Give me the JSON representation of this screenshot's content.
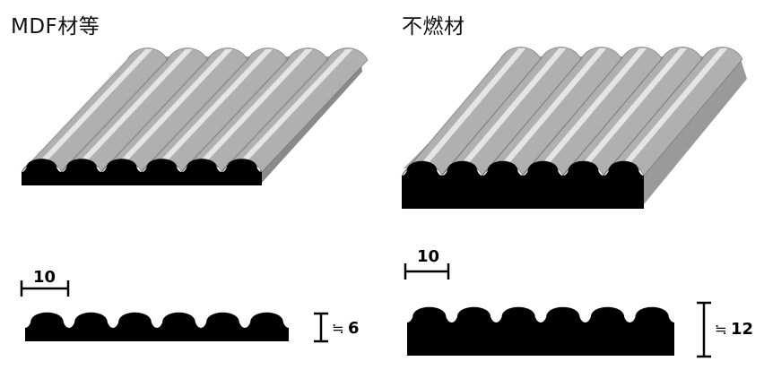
{
  "left_panel": {
    "title": "MDF材等",
    "pitch_label": "10",
    "height_symbol": "≒",
    "height_value": "6"
  },
  "right_panel": {
    "title": "不燃材",
    "pitch_label": "10",
    "height_symbol": "≒",
    "height_value": "12"
  },
  "colors": {
    "profile_fill": "#000000",
    "surface_light": "#f4f4f4",
    "surface_dark": "#5a5a5a",
    "side_face": "#9a9a9a"
  },
  "panels": [
    {
      "flutes": 6,
      "thickness_mm": 6,
      "pitch_mm": 10
    },
    {
      "flutes": 6,
      "thickness_mm": 12,
      "pitch_mm": 10
    }
  ]
}
